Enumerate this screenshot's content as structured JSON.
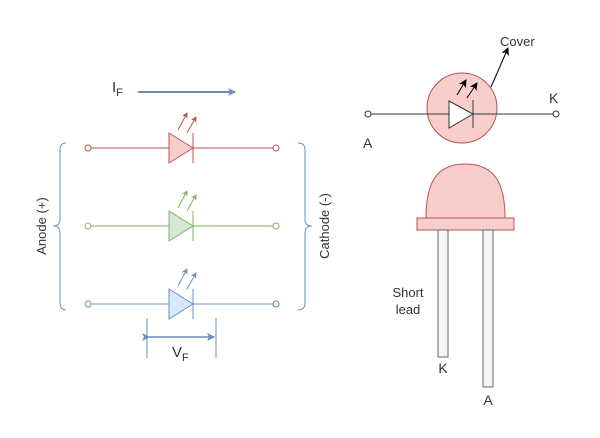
{
  "labels": {
    "forward_current": "I",
    "forward_current_sub": "F",
    "forward_voltage": "V",
    "forward_voltage_sub": "F",
    "anode": "Anode (+)",
    "cathode": "Cathode (-)",
    "cover": "Cover",
    "symbol_anode": "A",
    "symbol_cathode": "K",
    "short_lead_line1": "Short",
    "short_lead_line2": "lead",
    "lead_cathode": "K",
    "lead_anode": "A"
  },
  "colors": {
    "red_stroke": "#b85450",
    "red_fill": "#f8cecc",
    "green_stroke": "#82b366",
    "green_fill": "#d5e8d4",
    "blue_stroke": "#6c8ebf",
    "blue_fill": "#dae8fc",
    "lead_fill": "#f5f5f5",
    "lead_stroke": "#666666"
  },
  "leds": [
    {
      "color": "red"
    },
    {
      "color": "green"
    },
    {
      "color": "blue"
    }
  ]
}
